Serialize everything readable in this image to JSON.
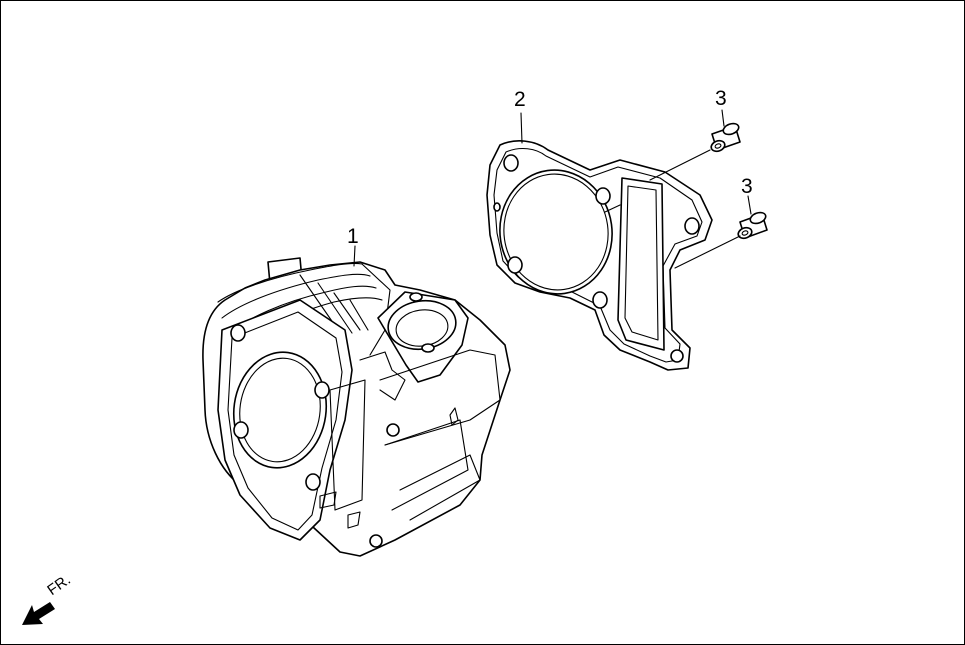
{
  "callouts": [
    {
      "id": "1",
      "text": "1"
    },
    {
      "id": "2",
      "text": "2"
    },
    {
      "id": "3a",
      "text": "3"
    },
    {
      "id": "3b",
      "text": "3"
    }
  ],
  "front_indicator": {
    "text": "FR.",
    "icon": "arrow-front-icon"
  },
  "colors": {
    "line": "#000000",
    "background": "#ffffff"
  }
}
